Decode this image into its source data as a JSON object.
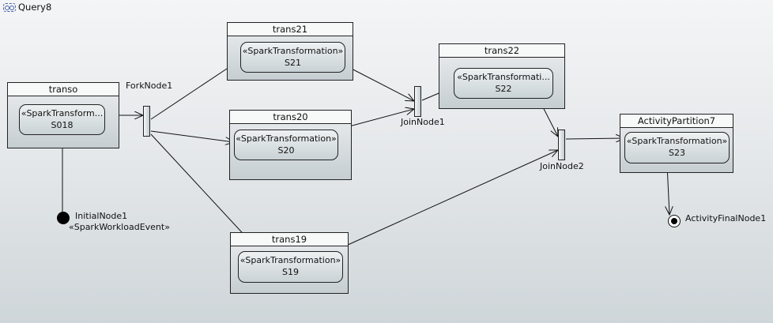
{
  "diagram": {
    "title": "Query8",
    "title_icon": "activity-diagram-icon"
  },
  "partitions": [
    {
      "id": "transo",
      "name": "transo",
      "action": {
        "stereotype": "«SparkTransform...",
        "name": "S018"
      }
    },
    {
      "id": "trans21",
      "name": "trans21",
      "action": {
        "stereotype": "«SparkTransformation»",
        "name": "S21"
      }
    },
    {
      "id": "trans20",
      "name": "trans20",
      "action": {
        "stereotype": "«SparkTransformation»",
        "name": "S20"
      }
    },
    {
      "id": "trans19",
      "name": "trans19",
      "action": {
        "stereotype": "«SparkTransformation»",
        "name": "S19"
      }
    },
    {
      "id": "trans22",
      "name": "trans22",
      "action": {
        "stereotype": "«SparkTransformati...",
        "name": "S22"
      }
    },
    {
      "id": "partition7",
      "name": "ActivityPartition7",
      "action": {
        "stereotype": "«SparkTransformation»",
        "name": "S23"
      }
    }
  ],
  "nodes": {
    "fork": "ForkNode1",
    "join1": "JoinNode1",
    "join2": "JoinNode2",
    "initial": "InitialNode1",
    "initial_stereotype": "«SparkWorkloadEvent»",
    "final": "ActivityFinalNode1"
  },
  "edges": [
    {
      "from": "InitialNode1",
      "to": "S018"
    },
    {
      "from": "S018",
      "to": "ForkNode1"
    },
    {
      "from": "ForkNode1",
      "to": "S21"
    },
    {
      "from": "ForkNode1",
      "to": "S20"
    },
    {
      "from": "ForkNode1",
      "to": "S19"
    },
    {
      "from": "S21",
      "to": "JoinNode1"
    },
    {
      "from": "S20",
      "to": "JoinNode1"
    },
    {
      "from": "JoinNode1",
      "to": "S22"
    },
    {
      "from": "S22",
      "to": "JoinNode2"
    },
    {
      "from": "S19",
      "to": "JoinNode2"
    },
    {
      "from": "JoinNode2",
      "to": "S23"
    },
    {
      "from": "S23",
      "to": "ActivityFinalNode1"
    }
  ]
}
